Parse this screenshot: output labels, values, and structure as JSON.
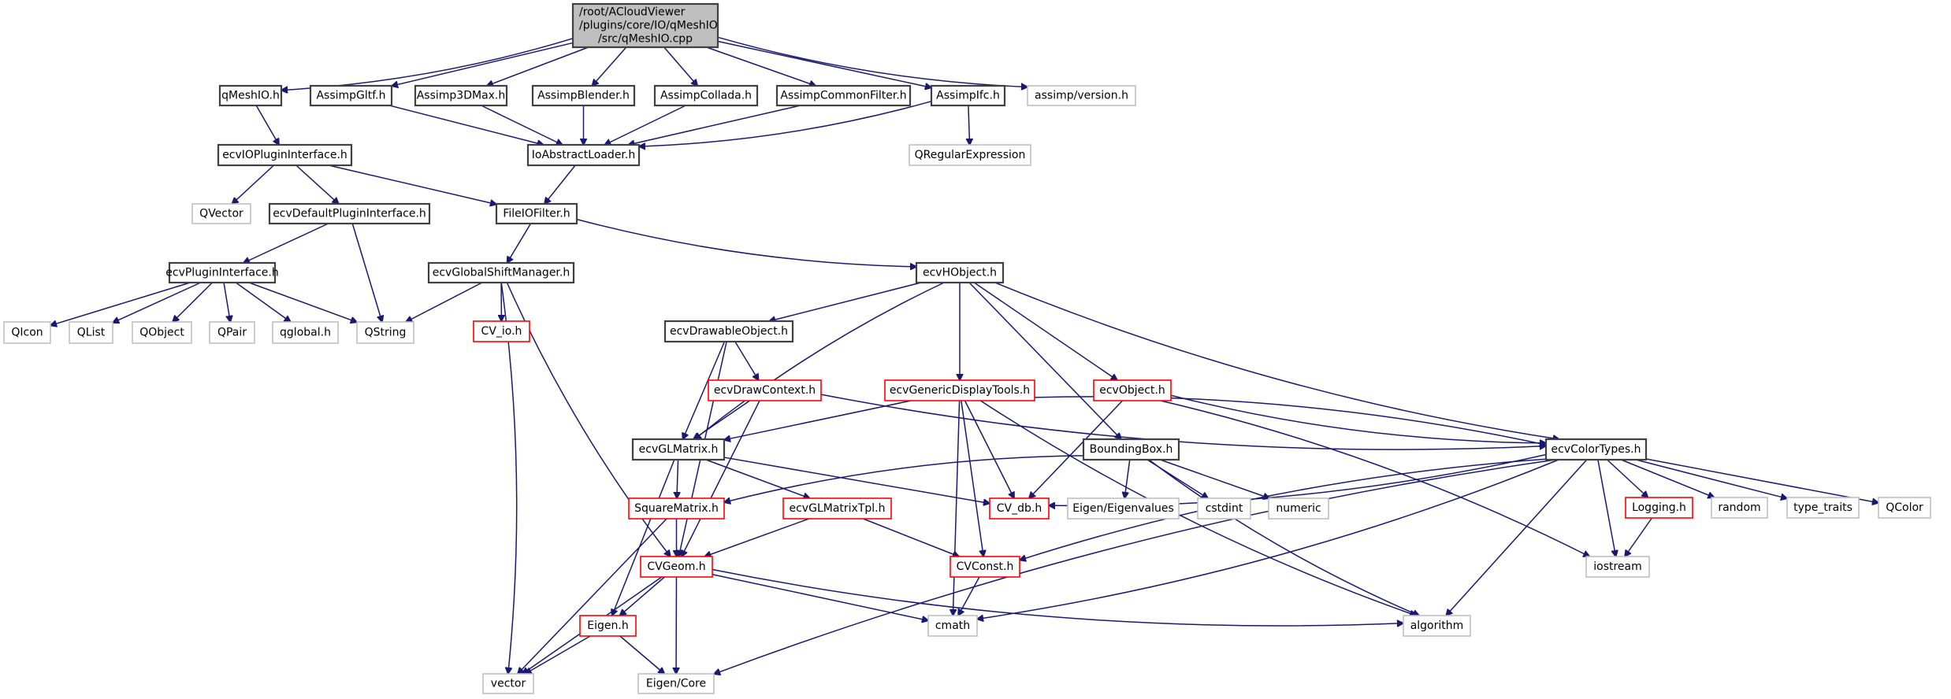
{
  "title": "Include dependency graph for qMeshIO.cpp",
  "colors": {
    "edge": "#191970",
    "root_fill": "#bfbfbf",
    "internal_border": "#404040",
    "external_border": "#bfbfbf",
    "missing_border": "#ff0000"
  },
  "nodes": [
    {
      "id": "root",
      "lines": [
        "/root/ACloudViewer",
        "/plugins/core/IO/qMeshIO",
        "/src/qMeshIO.cpp"
      ],
      "kind": "root"
    },
    {
      "id": "qMeshIO_h",
      "lines": [
        "qMeshIO.h"
      ],
      "kind": "internal"
    },
    {
      "id": "AssimpGltf_h",
      "lines": [
        "AssimpGltf.h"
      ],
      "kind": "internal"
    },
    {
      "id": "Assimp3DMax_h",
      "lines": [
        "Assimp3DMax.h"
      ],
      "kind": "internal"
    },
    {
      "id": "AssimpBlender_h",
      "lines": [
        "AssimpBlender.h"
      ],
      "kind": "internal"
    },
    {
      "id": "AssimpCollada_h",
      "lines": [
        "AssimpCollada.h"
      ],
      "kind": "internal"
    },
    {
      "id": "AssimpCommonFilter_h",
      "lines": [
        "AssimpCommonFilter.h"
      ],
      "kind": "internal"
    },
    {
      "id": "AssimpIfc_h",
      "lines": [
        "AssimpIfc.h"
      ],
      "kind": "internal"
    },
    {
      "id": "assimp_version_h",
      "lines": [
        "assimp/version.h"
      ],
      "kind": "external"
    },
    {
      "id": "ecvIOPluginInterface_h",
      "lines": [
        "ecvIOPluginInterface.h"
      ],
      "kind": "internal"
    },
    {
      "id": "IoAbstractLoader_h",
      "lines": [
        "IoAbstractLoader.h"
      ],
      "kind": "internal"
    },
    {
      "id": "QRegularExpression",
      "lines": [
        "QRegularExpression"
      ],
      "kind": "external"
    },
    {
      "id": "QVector",
      "lines": [
        "QVector"
      ],
      "kind": "external"
    },
    {
      "id": "ecvDefaultPluginInterface_h",
      "lines": [
        "ecvDefaultPluginInterface.h"
      ],
      "kind": "internal"
    },
    {
      "id": "FileIOFilter_h",
      "lines": [
        "FileIOFilter.h"
      ],
      "kind": "internal"
    },
    {
      "id": "ecvPluginInterface_h",
      "lines": [
        "ecvPluginInterface.h"
      ],
      "kind": "internal"
    },
    {
      "id": "ecvGlobalShiftManager_h",
      "lines": [
        "ecvGlobalShiftManager.h"
      ],
      "kind": "internal"
    },
    {
      "id": "ecvHObject_h",
      "lines": [
        "ecvHObject.h"
      ],
      "kind": "internal"
    },
    {
      "id": "QIcon",
      "lines": [
        "QIcon"
      ],
      "kind": "external"
    },
    {
      "id": "QList",
      "lines": [
        "QList"
      ],
      "kind": "external"
    },
    {
      "id": "QObject",
      "lines": [
        "QObject"
      ],
      "kind": "external"
    },
    {
      "id": "QPair",
      "lines": [
        "QPair"
      ],
      "kind": "external"
    },
    {
      "id": "qglobal_h",
      "lines": [
        "qglobal.h"
      ],
      "kind": "external"
    },
    {
      "id": "QString",
      "lines": [
        "QString"
      ],
      "kind": "external"
    },
    {
      "id": "CV_io_h",
      "lines": [
        "CV_io.h"
      ],
      "kind": "missing"
    },
    {
      "id": "ecvDrawableObject_h",
      "lines": [
        "ecvDrawableObject.h"
      ],
      "kind": "internal"
    },
    {
      "id": "ecvDrawContext_h",
      "lines": [
        "ecvDrawContext.h"
      ],
      "kind": "missing"
    },
    {
      "id": "ecvGenericDisplayTools_h",
      "lines": [
        "ecvGenericDisplayTools.h"
      ],
      "kind": "missing"
    },
    {
      "id": "ecvObject_h",
      "lines": [
        "ecvObject.h"
      ],
      "kind": "missing"
    },
    {
      "id": "ecvGLMatrix_h",
      "lines": [
        "ecvGLMatrix.h"
      ],
      "kind": "internal"
    },
    {
      "id": "BoundingBox_h",
      "lines": [
        "BoundingBox.h"
      ],
      "kind": "internal"
    },
    {
      "id": "ecvColorTypes_h",
      "lines": [
        "ecvColorTypes.h"
      ],
      "kind": "internal"
    },
    {
      "id": "SquareMatrix_h",
      "lines": [
        "SquareMatrix.h"
      ],
      "kind": "missing"
    },
    {
      "id": "ecvGLMatrixTpl_h",
      "lines": [
        "ecvGLMatrixTpl.h"
      ],
      "kind": "missing"
    },
    {
      "id": "CV_db_h",
      "lines": [
        "CV_db.h"
      ],
      "kind": "missing"
    },
    {
      "id": "Eigen_Eigenvalues",
      "lines": [
        "Eigen/Eigenvalues"
      ],
      "kind": "external"
    },
    {
      "id": "cstdint",
      "lines": [
        "cstdint"
      ],
      "kind": "external"
    },
    {
      "id": "numeric",
      "lines": [
        "numeric"
      ],
      "kind": "external"
    },
    {
      "id": "Logging_h",
      "lines": [
        "Logging.h"
      ],
      "kind": "missing"
    },
    {
      "id": "random",
      "lines": [
        "random"
      ],
      "kind": "external"
    },
    {
      "id": "type_traits",
      "lines": [
        "type_traits"
      ],
      "kind": "external"
    },
    {
      "id": "QColor",
      "lines": [
        "QColor"
      ],
      "kind": "external"
    },
    {
      "id": "CVGeom_h",
      "lines": [
        "CVGeom.h"
      ],
      "kind": "missing"
    },
    {
      "id": "CVConst_h",
      "lines": [
        "CVConst.h"
      ],
      "kind": "missing"
    },
    {
      "id": "iostream",
      "lines": [
        "iostream"
      ],
      "kind": "external"
    },
    {
      "id": "Eigen_h",
      "lines": [
        "Eigen.h"
      ],
      "kind": "missing"
    },
    {
      "id": "cmath",
      "lines": [
        "cmath"
      ],
      "kind": "external"
    },
    {
      "id": "algorithm",
      "lines": [
        "algorithm"
      ],
      "kind": "external"
    },
    {
      "id": "vector",
      "lines": [
        "vector"
      ],
      "kind": "external"
    },
    {
      "id": "Eigen_Core",
      "lines": [
        "Eigen/Core"
      ],
      "kind": "external"
    }
  ],
  "edges": [
    [
      "root",
      "qMeshIO_h"
    ],
    [
      "root",
      "AssimpGltf_h"
    ],
    [
      "root",
      "Assimp3DMax_h"
    ],
    [
      "root",
      "AssimpBlender_h"
    ],
    [
      "root",
      "AssimpCollada_h"
    ],
    [
      "root",
      "AssimpCommonFilter_h"
    ],
    [
      "root",
      "AssimpIfc_h"
    ],
    [
      "root",
      "assimp_version_h"
    ],
    [
      "qMeshIO_h",
      "ecvIOPluginInterface_h"
    ],
    [
      "AssimpGltf_h",
      "IoAbstractLoader_h"
    ],
    [
      "Assimp3DMax_h",
      "IoAbstractLoader_h"
    ],
    [
      "AssimpBlender_h",
      "IoAbstractLoader_h"
    ],
    [
      "AssimpCollada_h",
      "IoAbstractLoader_h"
    ],
    [
      "AssimpCommonFilter_h",
      "IoAbstractLoader_h"
    ],
    [
      "AssimpIfc_h",
      "IoAbstractLoader_h"
    ],
    [
      "AssimpIfc_h",
      "QRegularExpression"
    ],
    [
      "ecvIOPluginInterface_h",
      "QVector"
    ],
    [
      "ecvIOPluginInterface_h",
      "ecvDefaultPluginInterface_h"
    ],
    [
      "ecvIOPluginInterface_h",
      "FileIOFilter_h"
    ],
    [
      "IoAbstractLoader_h",
      "FileIOFilter_h"
    ],
    [
      "ecvDefaultPluginInterface_h",
      "ecvPluginInterface_h"
    ],
    [
      "ecvDefaultPluginInterface_h",
      "QString"
    ],
    [
      "FileIOFilter_h",
      "ecvGlobalShiftManager_h"
    ],
    [
      "FileIOFilter_h",
      "ecvHObject_h"
    ],
    [
      "ecvPluginInterface_h",
      "QIcon"
    ],
    [
      "ecvPluginInterface_h",
      "QList"
    ],
    [
      "ecvPluginInterface_h",
      "QObject"
    ],
    [
      "ecvPluginInterface_h",
      "QPair"
    ],
    [
      "ecvPluginInterface_h",
      "qglobal_h"
    ],
    [
      "ecvPluginInterface_h",
      "QString"
    ],
    [
      "ecvGlobalShiftManager_h",
      "QString"
    ],
    [
      "ecvGlobalShiftManager_h",
      "CV_io_h"
    ],
    [
      "ecvGlobalShiftManager_h",
      "vector"
    ],
    [
      "ecvGlobalShiftManager_h",
      "CVGeom_h"
    ],
    [
      "ecvHObject_h",
      "ecvDrawableObject_h"
    ],
    [
      "ecvHObject_h",
      "ecvGLMatrix_h"
    ],
    [
      "ecvHObject_h",
      "ecvGenericDisplayTools_h"
    ],
    [
      "ecvHObject_h",
      "BoundingBox_h"
    ],
    [
      "ecvHObject_h",
      "ecvObject_h"
    ],
    [
      "ecvHObject_h",
      "ecvColorTypes_h"
    ],
    [
      "ecvDrawableObject_h",
      "ecvDrawContext_h"
    ],
    [
      "ecvDrawableObject_h",
      "ecvGLMatrix_h"
    ],
    [
      "ecvDrawableObject_h",
      "CVGeom_h"
    ],
    [
      "ecvDrawContext_h",
      "ecvGLMatrix_h"
    ],
    [
      "ecvDrawContext_h",
      "CVGeom_h"
    ],
    [
      "ecvDrawContext_h",
      "ecvColorTypes_h"
    ],
    [
      "ecvGenericDisplayTools_h",
      "ecvGLMatrix_h"
    ],
    [
      "ecvGenericDisplayTools_h",
      "CV_db_h"
    ],
    [
      "ecvGenericDisplayTools_h",
      "CVConst_h"
    ],
    [
      "ecvGenericDisplayTools_h",
      "cmath"
    ],
    [
      "ecvGenericDisplayTools_h",
      "ecvColorTypes_h"
    ],
    [
      "ecvGenericDisplayTools_h",
      "algorithm"
    ],
    [
      "ecvObject_h",
      "CV_db_h"
    ],
    [
      "ecvObject_h",
      "ecvColorTypes_h"
    ],
    [
      "ecvObject_h",
      "iostream"
    ],
    [
      "ecvGLMatrix_h",
      "SquareMatrix_h"
    ],
    [
      "ecvGLMatrix_h",
      "ecvGLMatrixTpl_h"
    ],
    [
      "ecvGLMatrix_h",
      "CV_db_h"
    ],
    [
      "ecvGLMatrix_h",
      "Eigen_h"
    ],
    [
      "BoundingBox_h",
      "SquareMatrix_h"
    ],
    [
      "BoundingBox_h",
      "Eigen_Eigenvalues"
    ],
    [
      "BoundingBox_h",
      "cstdint"
    ],
    [
      "BoundingBox_h",
      "numeric"
    ],
    [
      "BoundingBox_h",
      "algorithm"
    ],
    [
      "ecvColorTypes_h",
      "CV_db_h"
    ],
    [
      "ecvColorTypes_h",
      "CVConst_h"
    ],
    [
      "ecvColorTypes_h",
      "cmath"
    ],
    [
      "ecvColorTypes_h",
      "algorithm"
    ],
    [
      "ecvColorTypes_h",
      "iostream"
    ],
    [
      "ecvColorTypes_h",
      "Logging_h"
    ],
    [
      "ecvColorTypes_h",
      "random"
    ],
    [
      "ecvColorTypes_h",
      "type_traits"
    ],
    [
      "ecvColorTypes_h",
      "QColor"
    ],
    [
      "ecvColorTypes_h",
      "Eigen_Core"
    ],
    [
      "SquareMatrix_h",
      "CVGeom_h"
    ],
    [
      "SquareMatrix_h",
      "vector"
    ],
    [
      "ecvGLMatrixTpl_h",
      "CVGeom_h"
    ],
    [
      "ecvGLMatrixTpl_h",
      "CVConst_h"
    ],
    [
      "Logging_h",
      "iostream"
    ],
    [
      "CVGeom_h",
      "Eigen_h"
    ],
    [
      "CVGeom_h",
      "vector"
    ],
    [
      "CVGeom_h",
      "Eigen_Core"
    ],
    [
      "CVGeom_h",
      "cmath"
    ],
    [
      "CVGeom_h",
      "algorithm"
    ],
    [
      "CVConst_h",
      "cmath"
    ],
    [
      "Eigen_h",
      "vector"
    ],
    [
      "Eigen_h",
      "Eigen_Core"
    ]
  ]
}
